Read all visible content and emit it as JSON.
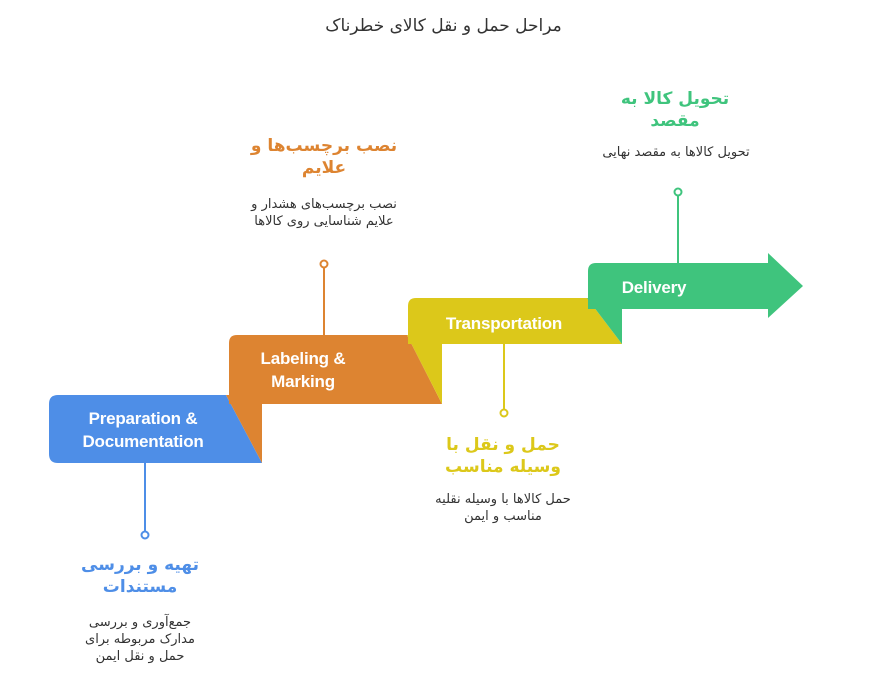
{
  "title": "مراحل حمل و نقل کالای خطرناک",
  "colors": {
    "blue": "#4e8ee7",
    "orange": "#dd8431",
    "yellow": "#dcc81a",
    "green": "#3fc47d"
  },
  "steps": [
    {
      "label": "Preparation & Documentation",
      "heading": "تهیه و بررسی مستندات",
      "desc": "جمع‌آوری و بررسی مدارک مربوطه برای حمل و نقل ایمن"
    },
    {
      "label": "Labeling & Marking",
      "heading": "نصب برچسب‌ها و علایم",
      "desc": "نصب برچسب‌های هشدار و علایم شناسایی روی کالاها"
    },
    {
      "label": "Transportation",
      "heading": "حمل و نقل با وسیله مناسب",
      "desc": "حمل کالاها با وسیله نقلیه مناسب و ایمن"
    },
    {
      "label": "Delivery",
      "heading": "تحویل کالا به مقصد",
      "desc": "تحویل کالاها به مقصد نهایی"
    }
  ]
}
